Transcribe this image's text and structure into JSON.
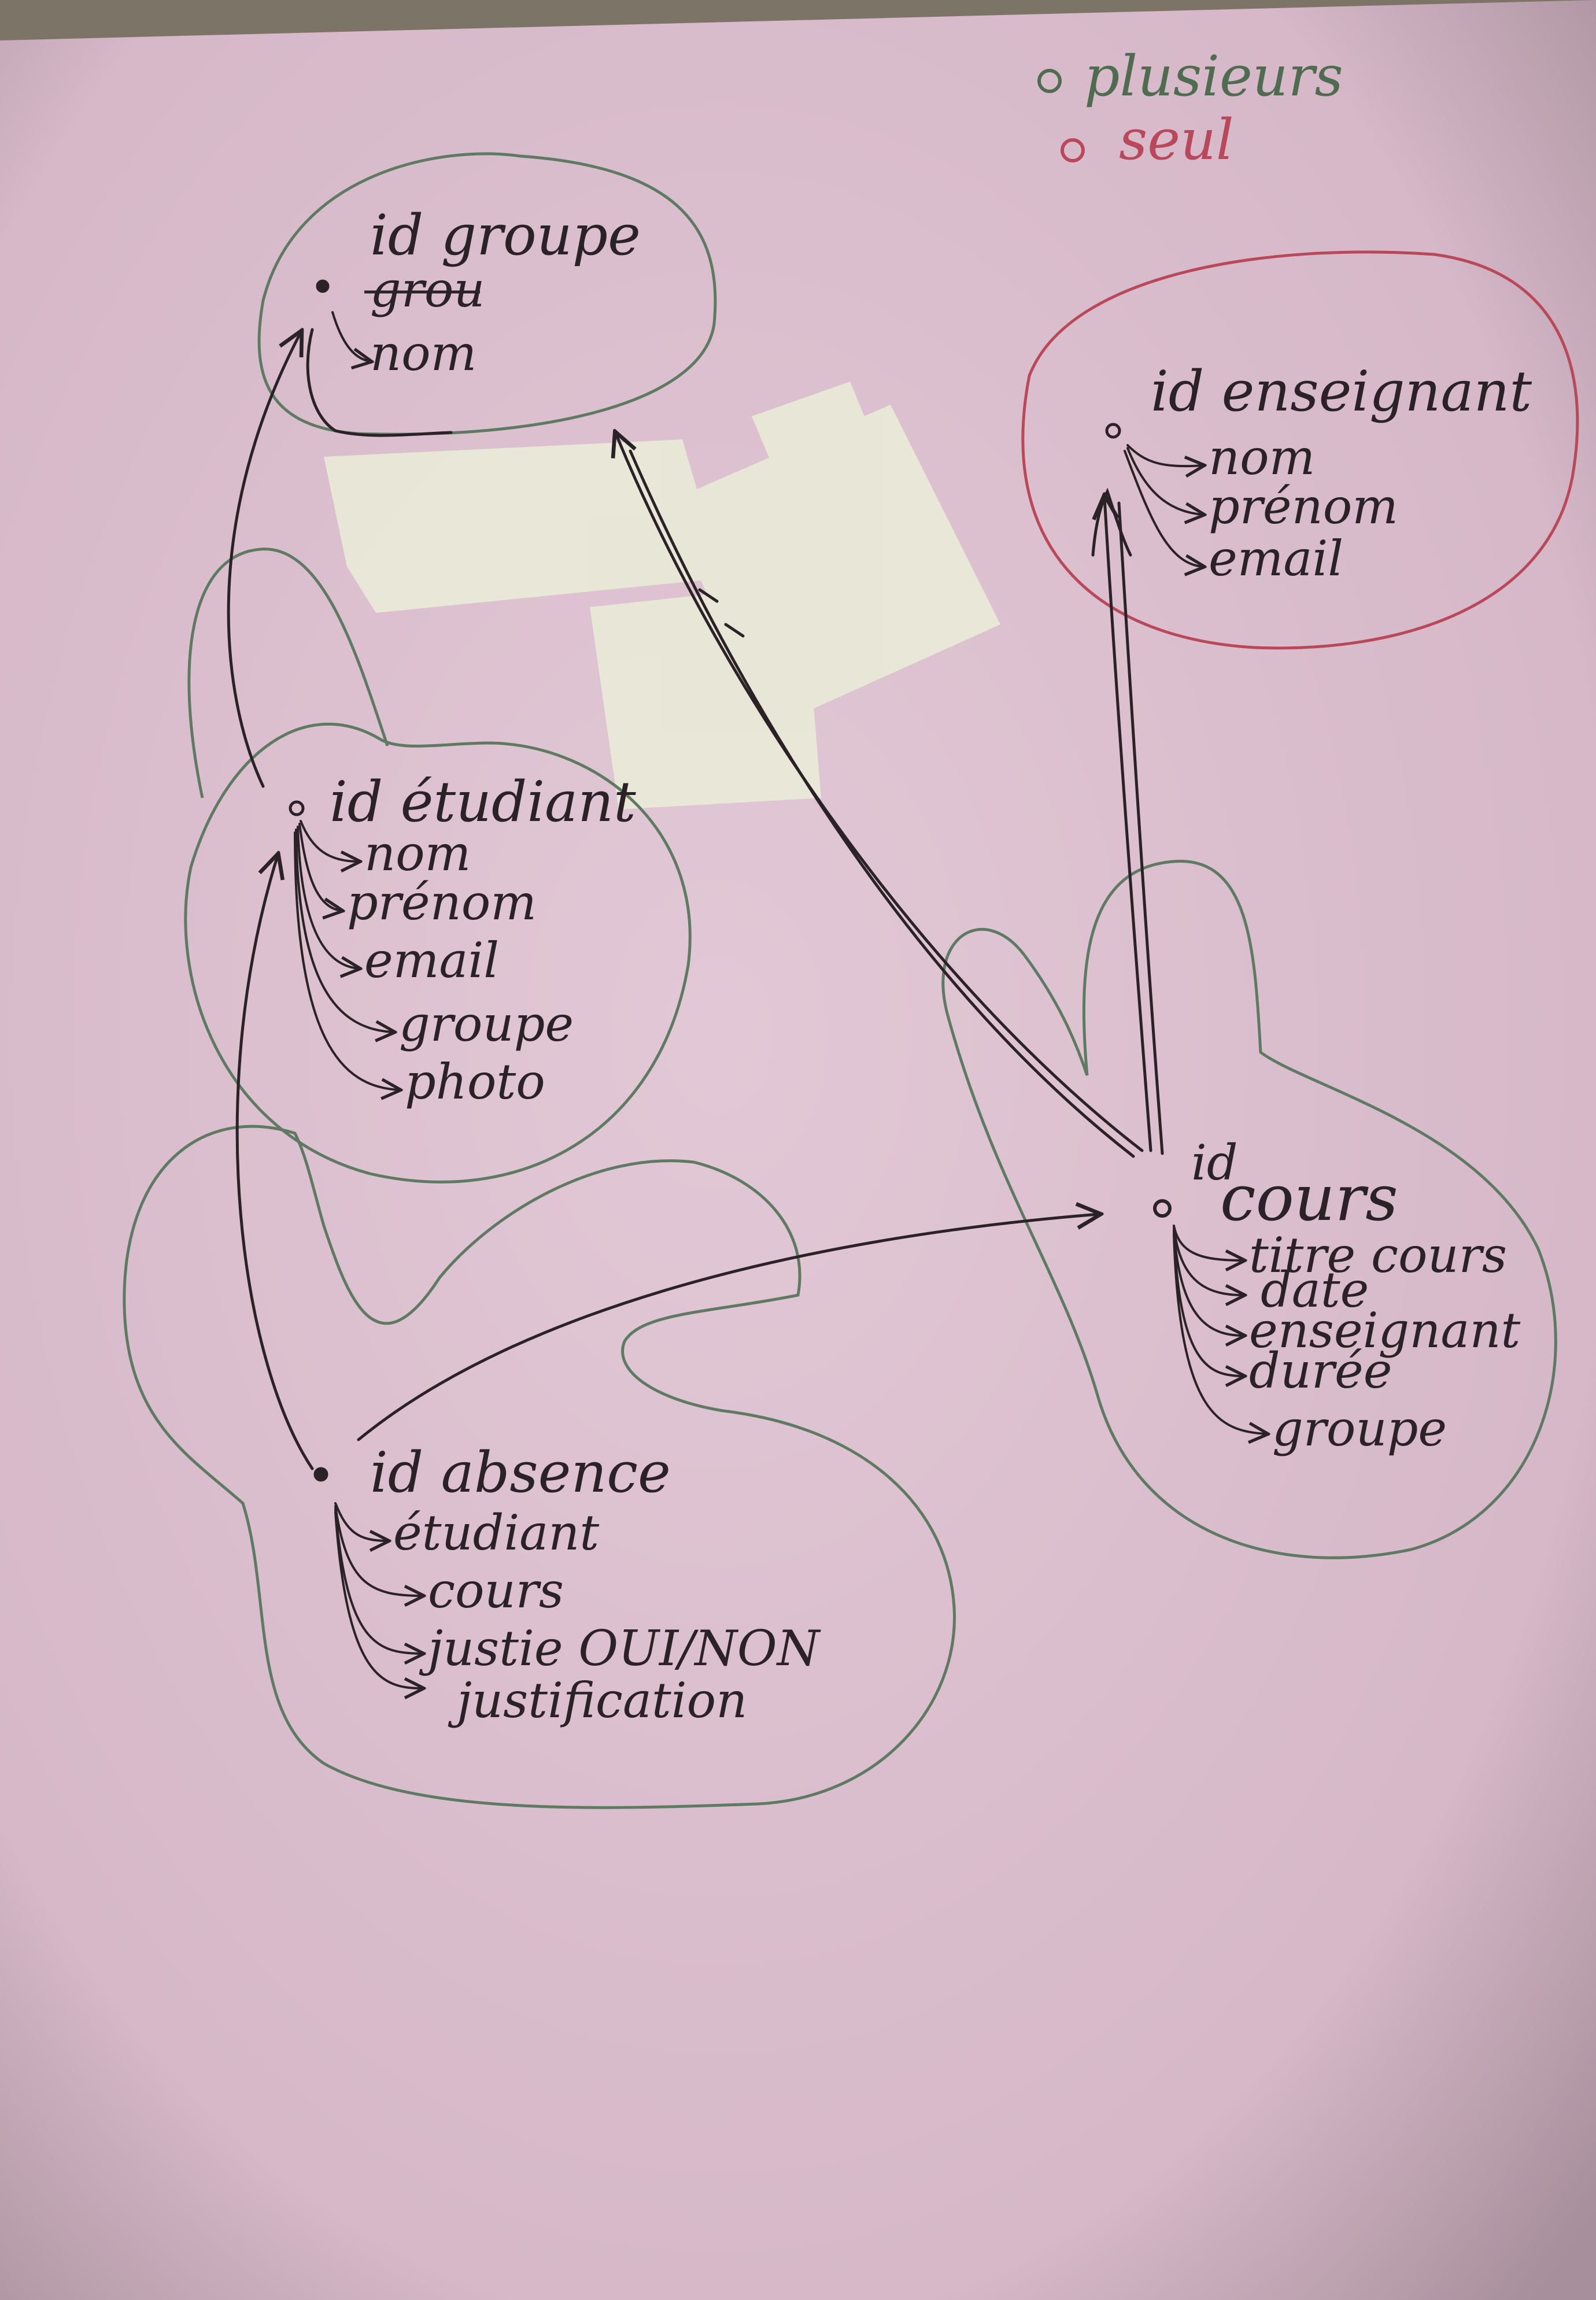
{
  "legend": {
    "plusieurs": {
      "label": "plusieurs",
      "color": "#4f6b50"
    },
    "seul": {
      "label": "seul",
      "color": "#b8485a"
    }
  },
  "entities": {
    "groupe": {
      "title": "id groupe",
      "struck": "grou",
      "attributes": [
        "nom"
      ],
      "outline": "#5f7a62"
    },
    "enseignant": {
      "title": "id enseignant",
      "attributes": [
        "nom",
        "prénom",
        "email"
      ],
      "outline": "#b8485a"
    },
    "etudiant": {
      "title": "id étudiant",
      "attributes": [
        "nom",
        "prénom",
        "email",
        "groupe",
        "photo"
      ],
      "outline": "#5f7a62"
    },
    "cours": {
      "title_prefix": "id",
      "title": "cours",
      "attributes": [
        "titre cours",
        "date",
        "enseignant",
        "durée",
        "groupe"
      ],
      "outline": "#5f7a62"
    },
    "absence": {
      "title": "id absence",
      "attributes": [
        "étudiant",
        "cours",
        "justie OUI/NON",
        "justification"
      ],
      "outline": "#5f7a62"
    }
  },
  "colors": {
    "paper": "#dcbfcf",
    "ink": "#2a2226",
    "tape": "#e9ead8"
  }
}
